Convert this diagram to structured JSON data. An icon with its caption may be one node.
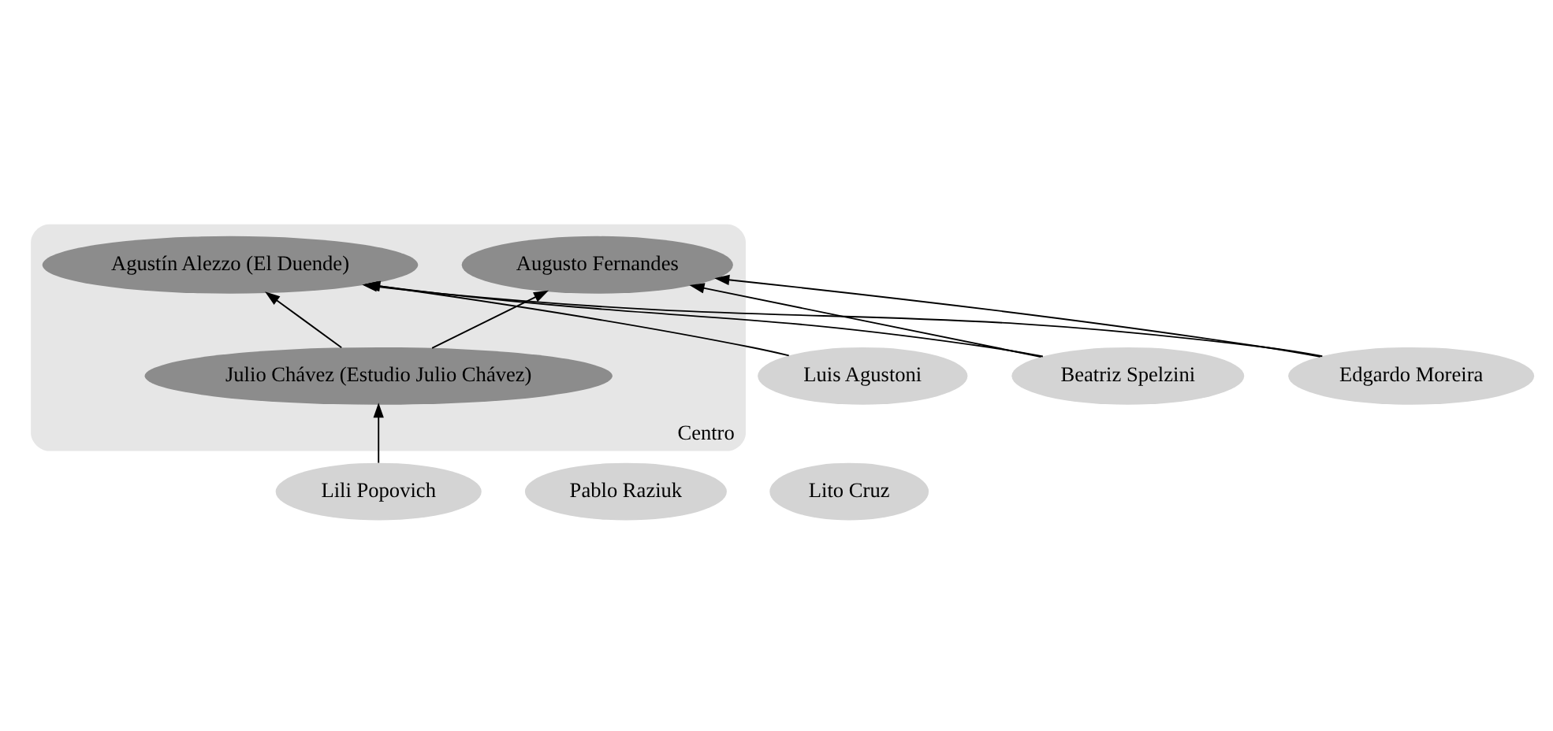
{
  "diagram": {
    "nodes": [
      {
        "text": [
          "Centro"
        ]
      },
      {
        "text": [
          "Augusto Fernandes"
        ],
        "in": 0
      },
      {
        "text": [
          "Agustín Alezzo (El Duende)"
        ],
        "in": 0
      },
      {
        "text": [
          "Luis Agustoni"
        ]
      },
      {
        "text": [
          "Julio Chávez (Estudio Julio Chávez)"
        ],
        "in": 0
      },
      {
        "text": [
          "Pablo Raziuk"
        ]
      },
      {
        "text": [
          "Beatriz Spelzini"
        ]
      },
      {
        "text": [
          "Edgardo Moreira"
        ]
      },
      {
        "text": [
          "Lili Popovich"
        ]
      },
      {
        "text": [
          "Lito Cruz"
        ]
      }
    ],
    "edges": [
      {
        "from": 3,
        "to": 2,
        "arrow": "to"
      },
      {
        "from": 6,
        "to": 1,
        "arrow": "to"
      },
      {
        "from": 6,
        "to": 2,
        "arrow": "to"
      },
      {
        "from": 4,
        "to": 1,
        "arrow": "to"
      },
      {
        "from": 4,
        "to": 2,
        "arrow": "to"
      },
      {
        "from": 8,
        "to": 4,
        "arrow": "to"
      },
      {
        "from": 7,
        "to": 1,
        "arrow": "to"
      },
      {
        "from": 7,
        "to": 2,
        "arrow": "to"
      }
    ]
  }
}
